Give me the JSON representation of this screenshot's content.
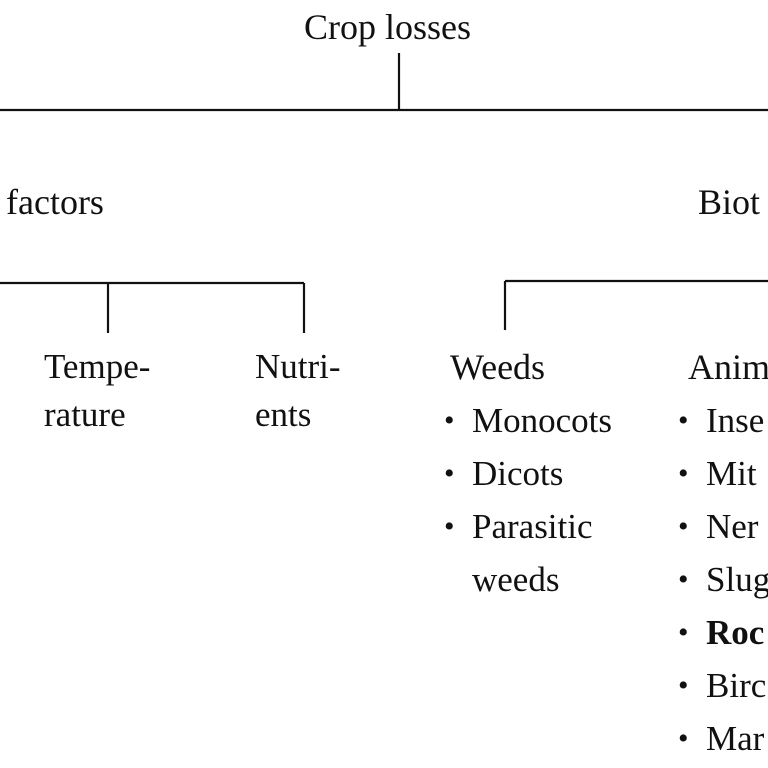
{
  "root": {
    "label": "Crop losses"
  },
  "level1": {
    "left": {
      "label": "factors"
    },
    "right": {
      "label": "Biot"
    }
  },
  "abiotic_children": [
    {
      "line1": "Tempe-",
      "line2": "rature"
    },
    {
      "line1": "Nutri-",
      "line2": "ents"
    }
  ],
  "biotic_children": {
    "weeds": {
      "label": "Weeds",
      "items": [
        {
          "text": "Monocots"
        },
        {
          "text": "Dicots"
        },
        {
          "text": "Parasitic",
          "cont": "weeds"
        }
      ]
    },
    "animals": {
      "label": "Anim",
      "items": [
        {
          "text": "Inse"
        },
        {
          "text": "Mit"
        },
        {
          "text": "Ner"
        },
        {
          "text": "Slug"
        },
        {
          "text": "Roc",
          "bold": true
        },
        {
          "text": "Birc"
        },
        {
          "text": "Mar"
        }
      ]
    }
  }
}
